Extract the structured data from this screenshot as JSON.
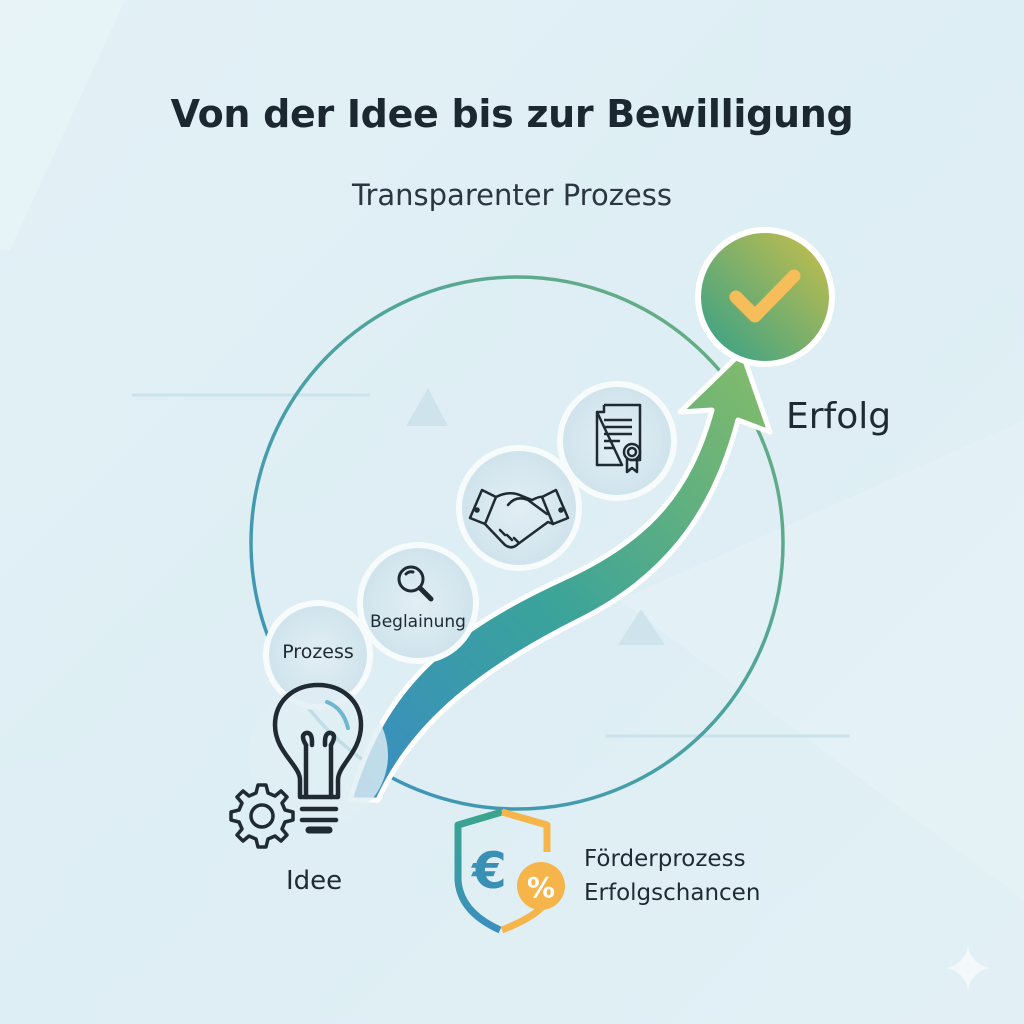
{
  "header": {
    "title": "Von der Idee bis zur Bewilligung",
    "subtitle": "Transparenter Prozess"
  },
  "steps": [
    {
      "id": "idee",
      "label": "Idee",
      "icon": "lightbulb-icon"
    },
    {
      "id": "prozess",
      "label": "Prozess",
      "icon": null
    },
    {
      "id": "beglainung",
      "label": "Beglainung",
      "icon": "magnifier-icon"
    },
    {
      "id": "partnership",
      "label": "",
      "icon": "handshake-icon"
    },
    {
      "id": "certificate",
      "label": "",
      "icon": "certificate-icon"
    },
    {
      "id": "erfolg",
      "label": "Erfolg",
      "icon": "checkmark-icon"
    }
  ],
  "footer_badge": {
    "icon": "euro-shield-icon",
    "line1": "Förderprozess",
    "line2": "Erfolgschancen"
  },
  "colors": {
    "background": "#e0eff5",
    "title_text": "#1c2830",
    "arrow_start": "#3a8fc0",
    "arrow_mid": "#3aa39a",
    "arrow_end": "#7ab86e",
    "check_circle_start": "#3aa58c",
    "check_circle_end": "#c7bf4a",
    "checkmark": "#f5be5a",
    "shield_left": "#3a9bb5",
    "shield_right": "#f5b54a",
    "circle_outline": "#4aa0a8"
  }
}
